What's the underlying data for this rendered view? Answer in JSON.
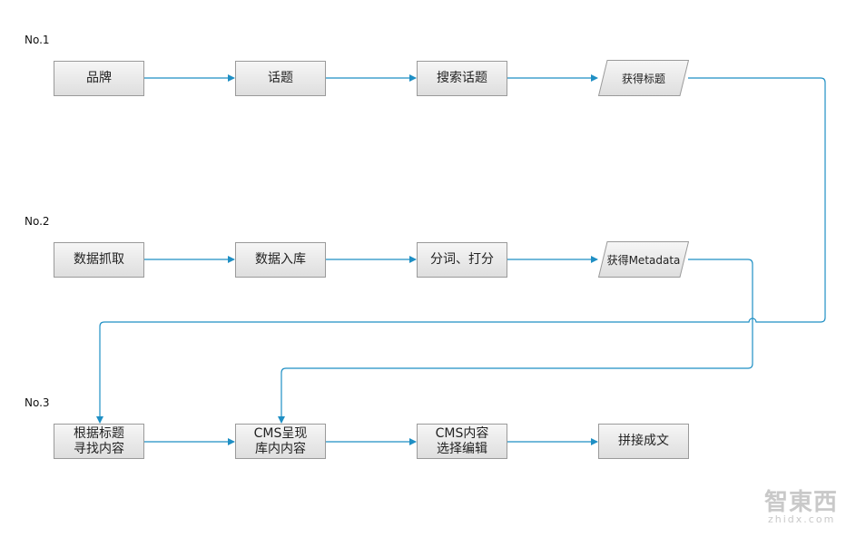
{
  "rows": [
    {
      "label": "No.1",
      "nodes": [
        "品牌",
        "话题",
        "搜索话题",
        "获得标题"
      ]
    },
    {
      "label": "No.2",
      "nodes": [
        "数据抓取",
        "数据入库",
        "分词、打分",
        "获得Metadata"
      ]
    },
    {
      "label": "No.3",
      "nodes": [
        "根据标题\n寻找内容",
        "CMS呈现\n库内内容",
        "CMS内容\n选择编辑",
        "拼接成文"
      ]
    }
  ],
  "colors": {
    "line": "#1f8fc4",
    "box_border": "#9a9a9a"
  },
  "watermark": {
    "logo": "智東西",
    "site": "zhidx.com"
  }
}
